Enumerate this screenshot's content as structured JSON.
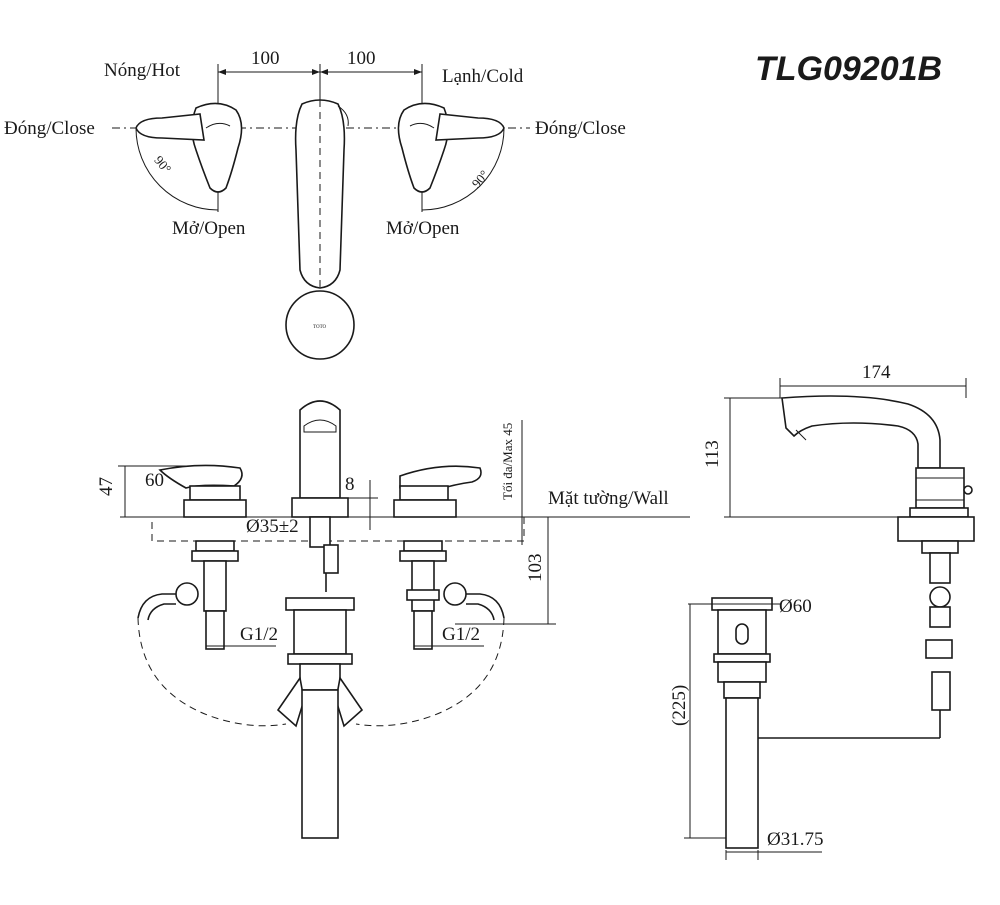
{
  "model": "TLG09201B",
  "top_view": {
    "hot_label": "Nóng/Hot",
    "cold_label": "Lạnh/Cold",
    "close_left": "Đóng/Close",
    "close_right": "Đóng/Close",
    "open_left": "Mở/Open",
    "open_right": "Mở/Open",
    "angle_left": "90°",
    "angle_right": "90°",
    "spacing_left": "100",
    "spacing_right": "100"
  },
  "front_view": {
    "dim_47": "47",
    "dim_60": "60",
    "dim_8": "8",
    "max_thickness": "Tối đa/Max 45",
    "wall_label": "Mặt tường/Wall",
    "diameter_35": "Ø35±2",
    "dim_103": "103",
    "thread_left": "G1/2",
    "thread_right": "G1/2"
  },
  "side_view": {
    "dim_174": "174",
    "dim_113": "113",
    "diameter_60": "Ø60",
    "dim_225": "(225)",
    "diameter_31_75": "Ø31.75"
  },
  "icons": [
    "faucet-spout",
    "hot-lever-handle",
    "cold-lever-handle",
    "pop-up-drain"
  ]
}
